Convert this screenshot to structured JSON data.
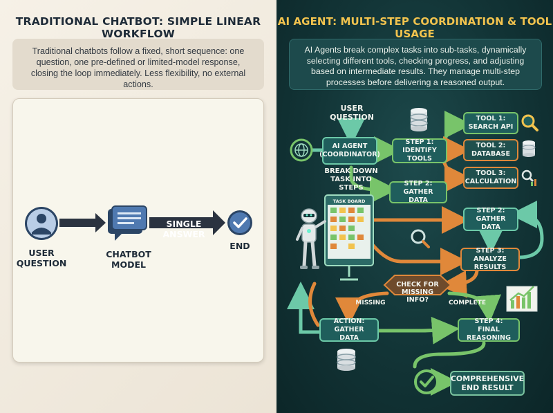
{
  "left": {
    "title": "TRADITIONAL CHATBOT: SIMPLE LINEAR WORKFLOW",
    "description": "Traditional chatbots follow a fixed, short sequence: one question, one pre-defined or limited-model response, closing the loop immediately. Less flexibility, no external actions.",
    "user_question": "USER\nQUESTION",
    "chatbot_model": "CHATBOT\nMODEL",
    "single_answer": "SINGLE\nANSWER",
    "end": "END"
  },
  "right": {
    "title": "AI AGENT: MULTI-STEP COORDINATION & TOOL USAGE",
    "description": "AI Agents break complex tasks into sub-tasks, dynamically selecting different tools, checking progress, and adjusting based on intermediate results. They manage multi-step processes before delivering a reasoned output.",
    "user_question": "USER\nQUESTION",
    "ai_agent": "AI AGENT\n(COORDINATOR)",
    "break_down": "BREAK DOWN\nTASK INTO STEPS",
    "task_board": "TASK BOARD",
    "step1": "STEP 1:\nIDENTIFY TOOLS",
    "step2a": "STEP 2:\nGATHER DATA",
    "step2b": "STEP 2:\nGATHER DATA",
    "step3": "STEP 3:\nANALYZE RESULTS",
    "tool1": "TOOL 1:\nSEARCH API",
    "tool2": "TOOL 2:\nDATABASE",
    "tool3": "TOOL 3:\nCALCULATION",
    "check": "CHECK FOR\nMISSING INFO?",
    "missing": "MISSING",
    "complete": "COMPLETE",
    "action": "ACTION:\nGATHER DATA",
    "step4": "STEP 4:\nFINAL REASONING",
    "final": "COMPREHENSIVE\nEND RESULT"
  },
  "colors": {
    "navy": "#2b4565",
    "teal": "#6cc9a8",
    "green": "#78c46a",
    "orange": "#e0883a",
    "gold": "#f2c34e"
  }
}
